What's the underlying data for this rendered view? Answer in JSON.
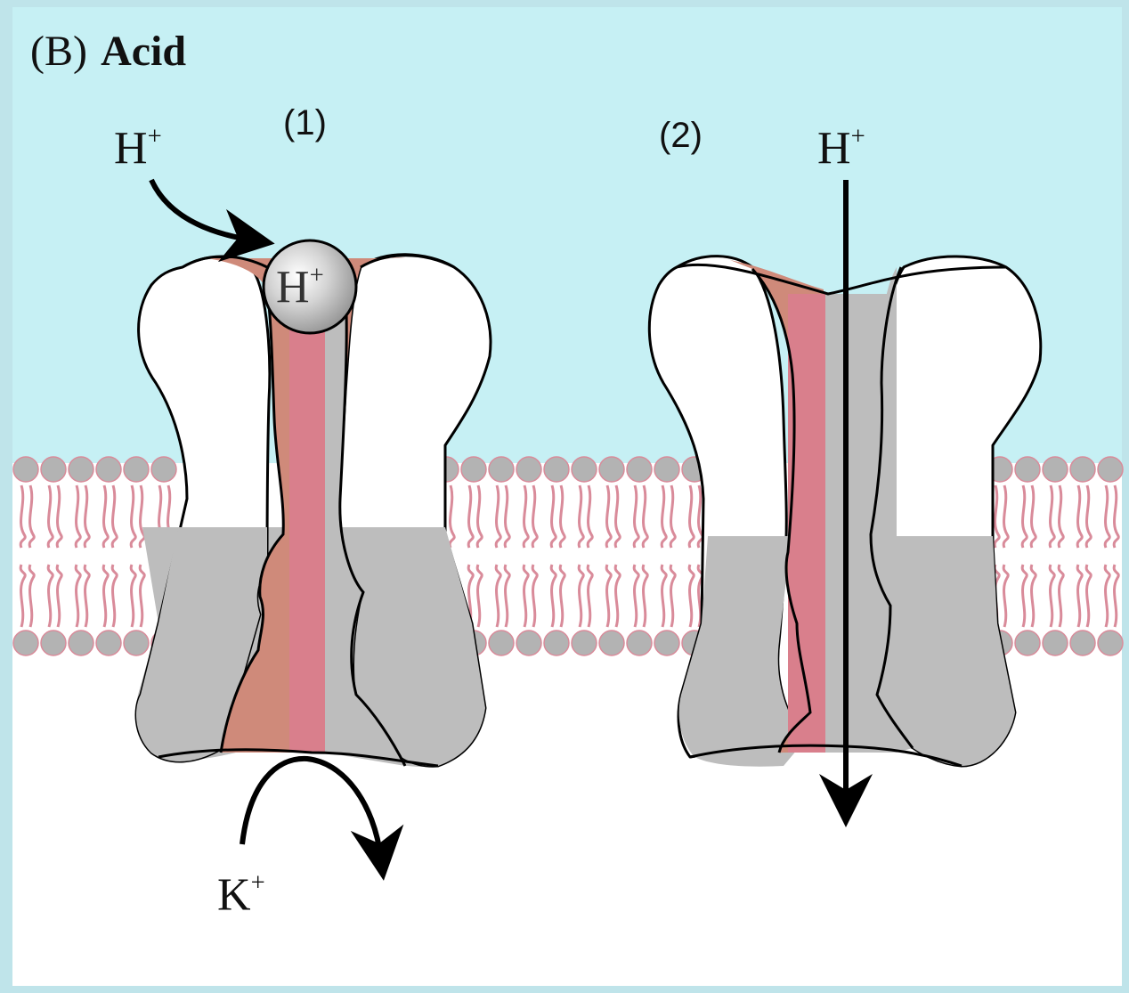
{
  "title": {
    "prefix": "(B)",
    "word": "Acid"
  },
  "channel1": {
    "number": "(1)",
    "ion_outside": {
      "symbol": "H",
      "charge": "+"
    },
    "bound_ion": {
      "symbol": "H",
      "charge": "+"
    },
    "ion_released": {
      "symbol": "K",
      "charge": "+"
    }
  },
  "channel2": {
    "number": "(2)",
    "ion_through": {
      "symbol": "H",
      "charge": "+"
    }
  },
  "colors": {
    "extracellular": "#c6f0f4",
    "frame_border": "#bfe4ea",
    "intracellular": "#ffffff",
    "lipid_head": "#b3b3b3",
    "lipid_tail": "#d98b9a",
    "protein_gray": "#bdbdbd",
    "pore_pink": "#d97f8c",
    "pore_brown": "#cf8a7a",
    "outline": "#000000"
  }
}
